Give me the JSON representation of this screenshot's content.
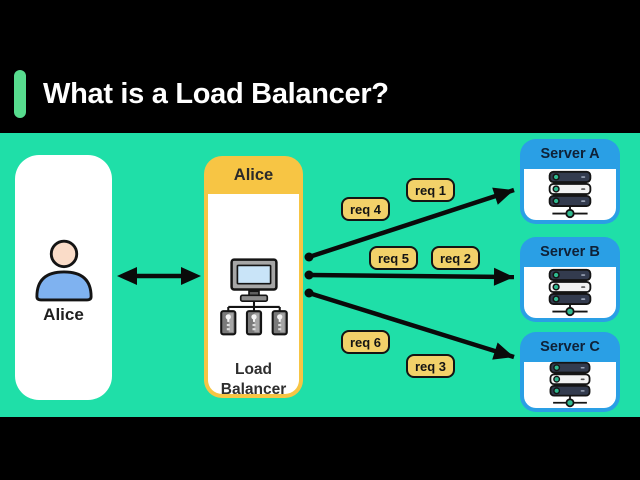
{
  "title": "What is a Load Balancer?",
  "client": {
    "label": "Alice",
    "icon": "person-icon"
  },
  "load_balancer": {
    "header": "Alice",
    "label": "Load Balancer",
    "icon": "network-computer-icon"
  },
  "servers": [
    {
      "name": "Server A",
      "icon": "server-rack-icon"
    },
    {
      "name": "Server B",
      "icon": "server-rack-icon"
    },
    {
      "name": "Server C",
      "icon": "server-rack-icon"
    }
  ],
  "requests": [
    {
      "label": "req 1"
    },
    {
      "label": "req 2"
    },
    {
      "label": "req 3"
    },
    {
      "label": "req 4"
    },
    {
      "label": "req 5"
    },
    {
      "label": "req 6"
    }
  ],
  "colors": {
    "background_teal": "#1FDFA8",
    "letterbox_black": "#000000",
    "accent_green": "#57DC8E",
    "title_white": "#FFFFFF",
    "lb_card_yellow": "#F7C544",
    "request_badge_yellow": "#F2D169",
    "server_blue": "#2A9FE5",
    "arrow_black": "#0A0A0A",
    "person_skin": "#FADCC8",
    "person_body_blue": "#7FB2F0",
    "rack_slate": "#333B4E",
    "node_teal": "#2FB98F"
  }
}
